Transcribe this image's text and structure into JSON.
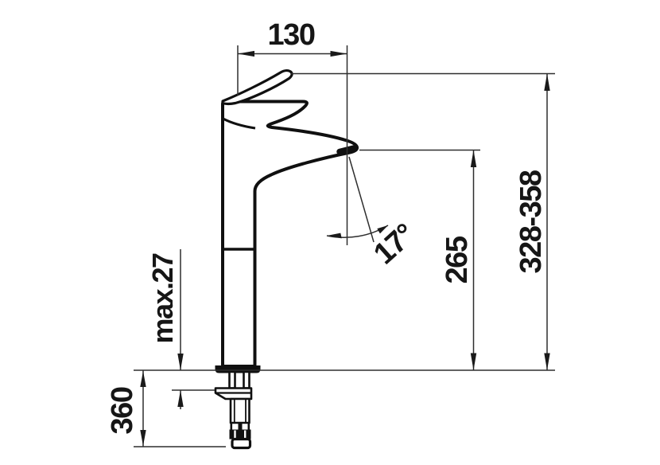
{
  "drawing": {
    "kind": "faucet-dimension-drawing",
    "dimensions": {
      "spout_reach": "130",
      "height_range": "328-358",
      "outlet_height": "265",
      "spout_angle": "17°",
      "max_deck_thickness": "max.27",
      "hose_length": "360"
    },
    "colors": {
      "background": "#ffffff",
      "outline": "#101010",
      "dimension_lines": "#2e2e2e",
      "text": "#161616"
    }
  }
}
